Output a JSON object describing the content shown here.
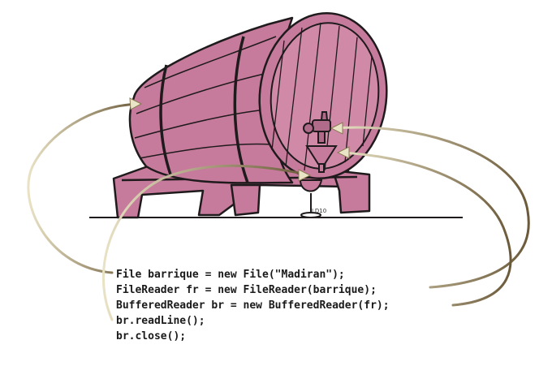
{
  "code_lines": [
    "File barrique = new File(\"Madiran\");",
    "FileReader fr = new FileReader(barrique);",
    "BufferedReader br = new BufferedReader(fr);",
    "br.readLine();",
    "br.close();"
  ],
  "signature": "LD10",
  "colors": {
    "barrel": "#c77b9c",
    "barrel_dark": "#a85a7d",
    "ink": "#1f1a1c",
    "arrow": "#6b5a3a",
    "arrow_highlight": "#e9e2c4"
  },
  "icons": [
    "barrel-icon",
    "stand-icon",
    "tap-icon",
    "funnel-icon",
    "wine-glass-icon"
  ]
}
